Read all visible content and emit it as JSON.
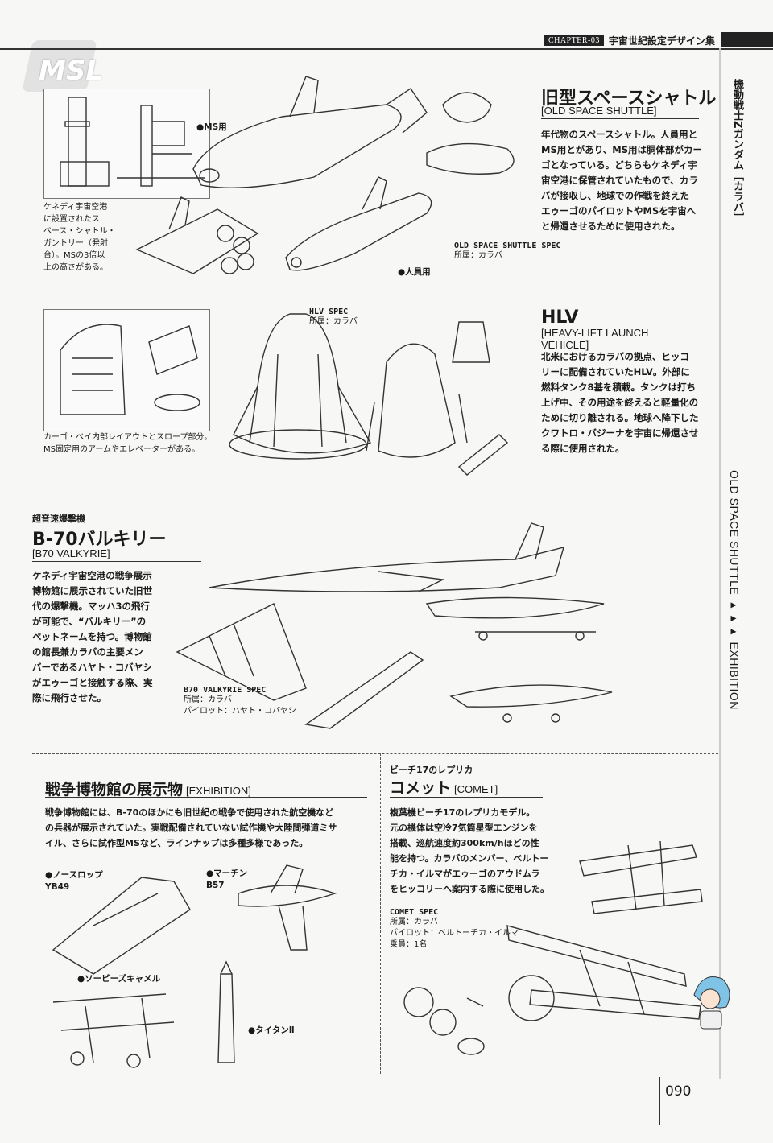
{
  "header": {
    "logo": "MSL",
    "chapter_tag": "CHAPTER-03",
    "chapter_title": "宇宙世紀設定デザイン集"
  },
  "side": {
    "series": "機動戦士Zガンダム［カラバ］",
    "section": "OLD SPACE SHUTTLE ▸▸▸ EXHIBITION"
  },
  "shuttle": {
    "title": "旧型スペースシャトル",
    "subtitle": "[OLD SPACE SHUTTLE]",
    "body": [
      "年代物のスペースシャトル。人員用と",
      "MS用とがあり、MS用は胴体部がカー",
      "ゴとなっている。どちらもケネディ宇",
      "宙空港に保管されていたもので、カラ",
      "バが接収し、地球での作戦を終えた",
      "エゥーゴのパイロットやMSを宇宙へ",
      "と帰還させるために使用された。"
    ],
    "label_ms": "●MS用",
    "label_crew": "●人員用",
    "spec_title": "OLD SPACE SHUTTLE SPEC",
    "spec_owner": "所属：カラバ",
    "caption": [
      "ケネディ宇宙空港",
      "に設置されたス",
      "ペース・シャトル・",
      "ガントリー（発射",
      "台）。MSの3倍以",
      "上の高さがある。"
    ]
  },
  "hlv": {
    "title": "HLV",
    "subtitle": "[HEAVY-LIFT LAUNCH VEHICLE]",
    "body": [
      "北米におけるカラバの拠点、ヒッコ",
      "リーに配備されていたHLV。外部に",
      "燃料タンク8基を積載。タンクは打ち",
      "上げ中、その用途を終えると軽量化の",
      "ために切り離される。地球へ降下した",
      "クワトロ・バジーナを宇宙に帰還させ",
      "る際に使用された。"
    ],
    "spec_title": "HLV SPEC",
    "spec_owner": "所属：カラバ",
    "caption": [
      "カーゴ・ベイ内部レイアウトとスロープ部分。",
      "MS固定用のアームやエレベーターがある。"
    ]
  },
  "b70": {
    "kicker": "超音速爆撃機",
    "title": "B-70バルキリー",
    "subtitle": "[B70 VALKYRIE]",
    "body": [
      "ケネディ宇宙空港の戦争展示",
      "博物館に展示されていた旧世",
      "代の爆撃機。マッハ3の飛行",
      "が可能で、“バルキリー”の",
      "ペットネームを持つ。博物館",
      "の館長兼カラバの主要メン",
      "バーであるハヤト・コバヤシ",
      "がエゥーゴと接触する際、実",
      "際に飛行させた。"
    ],
    "spec_title": "B70 VALKYRIE SPEC",
    "spec_owner": "所属：カラバ",
    "spec_pilot": "パイロット：ハヤト・コバヤシ"
  },
  "exhibition": {
    "title": "戦争博物館の展示物",
    "subtitle": "[EXHIBITION]",
    "body": [
      "戦争博物館には、B-70のほかにも旧世紀の戦争で使用された航空機など",
      "の兵器が展示されていた。実戦配備されていない試作機や大陸間弾道ミサ",
      "イル、さらに試作型MSなど、ラインナップは多種多様であった。"
    ],
    "items": [
      "●ノースロップ",
      "YB49",
      "●マーチン",
      "B57",
      "●ソービーズキャメル",
      "●タイタンⅡ"
    ]
  },
  "comet": {
    "kicker": "ビーチ17のレプリカ",
    "title": "コメット",
    "subtitle": "[COMET]",
    "body": [
      "複葉機ビーチ17のレプリカモデル。",
      "元の機体は空冷7気筒星型エンジンを",
      "搭載、巡航速度約300km/hほどの性",
      "能を持つ。カラバのメンバー、ベルトー",
      "チカ・イルマがエゥーゴのアウドムラ",
      "をヒッコリーへ案内する際に使用した。"
    ],
    "spec_title": "COMET SPEC",
    "spec_owner": "所属：カラバ",
    "spec_pilot": "パイロット：ベルトーチカ・イルマ",
    "spec_crew": "乗員：1名"
  },
  "page_number": "090"
}
